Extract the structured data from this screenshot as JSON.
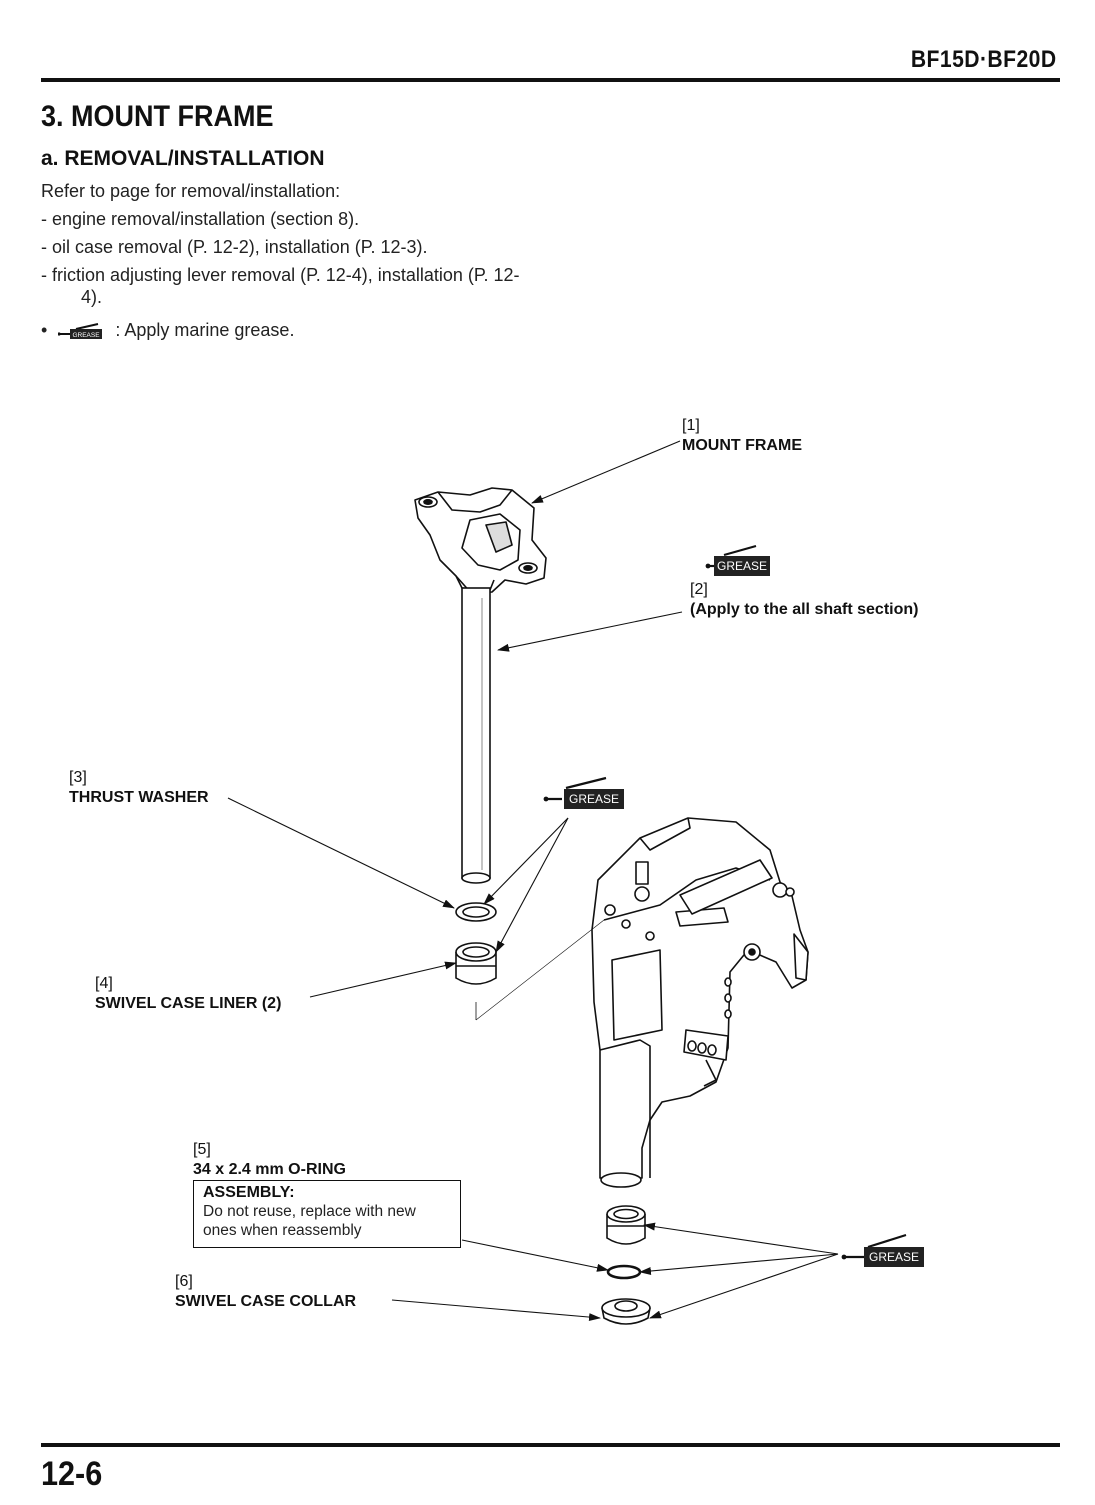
{
  "header": {
    "model": "BF15D·BF20D"
  },
  "section": {
    "title": "3. MOUNT FRAME",
    "subtitle": "a. REMOVAL/INSTALLATION"
  },
  "intro": {
    "lines": [
      "Refer to page for removal/installation:",
      "- engine removal/installation (section 8).",
      "- oil case removal (P. 12-2), installation (P. 12-3).",
      "- friction adjusting lever removal (P. 12-4), installation (P. 12-",
      "4)."
    ],
    "bullet_text": ": Apply marine grease.",
    "bullet_icon": "grease-gun-icon"
  },
  "grease_label": "GREASE",
  "callouts": {
    "c1": {
      "num": "[1]",
      "label": "MOUNT FRAME"
    },
    "c2": {
      "num": "[2]",
      "label": "(Apply to the all shaft section)"
    },
    "c3": {
      "num": "[3]",
      "label": "THRUST WASHER"
    },
    "c4": {
      "num": "[4]",
      "label": "SWIVEL CASE LINER (2)"
    },
    "c5": {
      "num": "[5]",
      "label": "34 x 2.4 mm O-RING"
    },
    "c6": {
      "num": "[6]",
      "label": "SWIVEL CASE COLLAR"
    }
  },
  "note": {
    "heading": "ASSEMBLY:",
    "text_line1": "Do not reuse, replace with new",
    "text_line2": "ones when reassembly"
  },
  "footer": {
    "page_number": "12-6"
  }
}
